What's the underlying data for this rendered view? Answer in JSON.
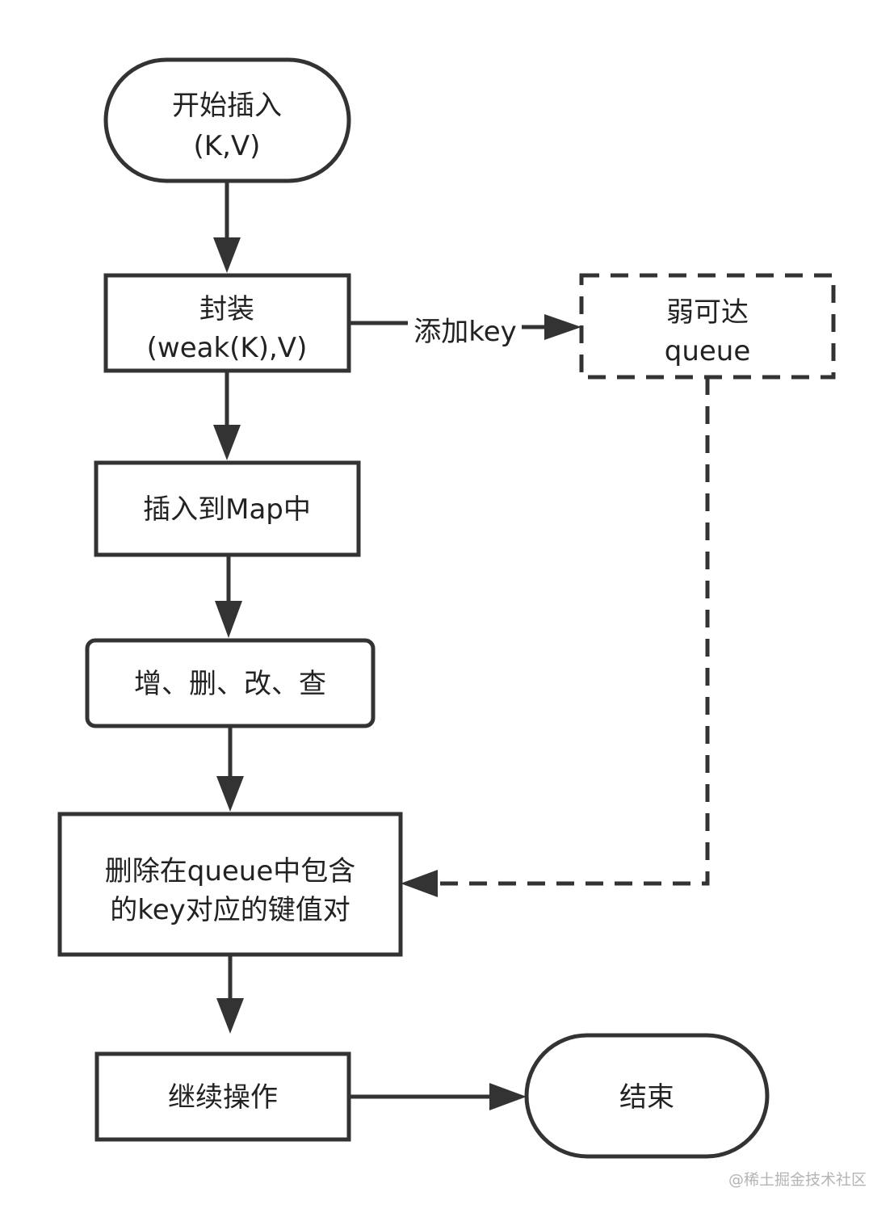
{
  "nodes": {
    "start": {
      "line1": "开始插入",
      "line2": "(K,V)"
    },
    "wrap": {
      "line1": "封装",
      "line2": "(weak(K),V)"
    },
    "queue": {
      "line1": "弱可达",
      "line2": "queue"
    },
    "insert": {
      "label": "插入到Map中"
    },
    "crud": {
      "label": "增、删、改、查"
    },
    "remove": {
      "line1": "删除在queue中包含",
      "line2": "的key对应的键值对"
    },
    "continue": {
      "label": "继续操作"
    },
    "end": {
      "label": "结束"
    }
  },
  "edges": {
    "add_key_label": "添加key"
  },
  "watermark": "@稀土掘金技术社区",
  "colors": {
    "stroke": "#333333",
    "text": "#222222",
    "background": "#ffffff",
    "watermark": "#b4b4b4"
  }
}
